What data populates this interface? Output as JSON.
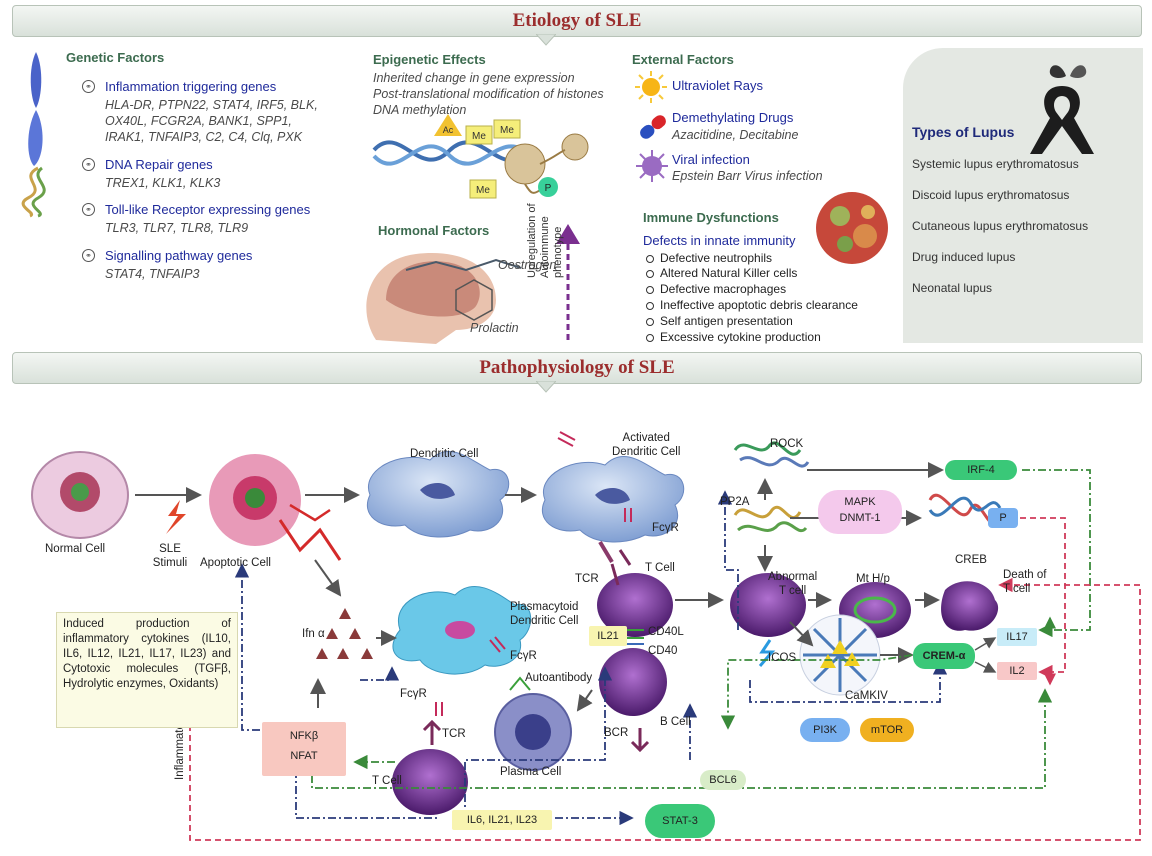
{
  "etiology": {
    "title": "Etiology of SLE",
    "genetic": {
      "heading": "Genetic Factors",
      "groups": [
        {
          "label": "Inflammation triggering genes",
          "genes": [
            "HLA-DR, PTPN22, STAT4, IRF5, BLK,",
            "OX40L, FCGR2A, BANK1, SPP1,",
            "IRAK1, TNFAIP3, C2, C4, Clq, PXK"
          ]
        },
        {
          "label": "DNA Repair genes",
          "genes": [
            "TREX1, KLK1, KLK3"
          ]
        },
        {
          "label": "Toll-like Receptor expressing genes",
          "genes": [
            "TLR3, TLR7, TLR8, TLR9"
          ]
        },
        {
          "label": "Signalling pathway genes",
          "genes": [
            "STAT4, TNFAIP3"
          ]
        }
      ]
    },
    "epigenetic": {
      "heading": "Epigenetic Effects",
      "lines": [
        "Inherited change in gene expression",
        "Post-translational modification of histones",
        "DNA methylation"
      ],
      "marks": [
        "Ac",
        "Me",
        "Me",
        "Me",
        "P"
      ]
    },
    "hormonal": {
      "heading": "Hormonal Factors",
      "hormones": [
        "Oestrogen",
        "Prolactin"
      ],
      "arrow_label": [
        "Upregulation of",
        "Autoimmune",
        "phenotype"
      ]
    },
    "external": {
      "heading": "External Factors",
      "items": [
        {
          "label": "Ultraviolet Rays",
          "detail": ""
        },
        {
          "label": "Demethylating Drugs",
          "detail": "Azacitidine, Decitabine"
        },
        {
          "label": "Viral infection",
          "detail": "Epstein Barr Virus infection"
        }
      ]
    },
    "immune": {
      "heading": "Immune Dysfunctions",
      "subheading": "Defects in innate immunity",
      "items": [
        "Defective neutrophils",
        "Altered Natural Killer cells",
        "Defective macrophages",
        "Ineffective apoptotic debris clearance",
        "Self antigen presentation",
        "Excessive cytokine production"
      ]
    },
    "lupus_types": {
      "heading": "Types of Lupus",
      "items": [
        "Systemic lupus erythromatosus",
        "Discoid lupus erythromatosus",
        "Cutaneous lupus erythromatosus",
        "Drug induced lupus",
        "Neonatal lupus"
      ]
    }
  },
  "patho": {
    "title": "Pathophysiology of SLE",
    "cells": {
      "normal": "Normal Cell",
      "stimuli": [
        "SLE",
        "Stimuli"
      ],
      "apoptotic": "Apoptotic Cell",
      "dendritic": "Dendritic Cell",
      "activated_dc": [
        "Activated",
        "Dendritic Cell"
      ],
      "pdc": [
        "Plasmacytoid",
        "Dendritic Cell"
      ],
      "t_cell_top": "T Cell",
      "t_cell_bottom": "T Cell",
      "abnormal_t": [
        "Abnormal",
        "T cell"
      ],
      "mt": "Mt H/p",
      "death": [
        "Death of",
        "T cell"
      ],
      "b_cell": "B Cell",
      "plasma": "Plasma Cell",
      "autoantibody": "Autoantibody"
    },
    "receptors": {
      "fcgr_adc": "FcγR",
      "fcgr_pdc": "FcγR",
      "fcgr_left": "FcγR",
      "tcr_top": "TCR",
      "tcr_bottom": "TCR",
      "bcr": "BCR",
      "cd40l": "CD40L",
      "cd40": "CD40",
      "icos": "ICOS",
      "ifn": "Ifn α"
    },
    "molecules": {
      "rock": "ROCK",
      "pp2a": "PP2A",
      "irf4": "IRF-4",
      "mapk": [
        "MAPK",
        "DNMT-1"
      ],
      "p": "P",
      "creb": "CREB",
      "crem": "CREM-α",
      "camkiv": "CaMKIV",
      "il17": "IL17",
      "il2": "IL2",
      "pi3k": "PI3K",
      "mtor": "mTOR",
      "il21": "IL21",
      "bcl6": "BCL6",
      "stat3": "STAT-3",
      "ils": "IL6, IL21, IL23",
      "nfkb": "NFKβ",
      "nfat": "NFAT",
      "cascade": "Inflammatory cascade"
    },
    "induced_text": "Induced production of inflammatory cytokines (IL10, IL6, IL12, IL21, IL17, IL23) and Cytotoxic molecules (TGFβ, Hydrolytic enzymes, Oxidants)"
  }
}
